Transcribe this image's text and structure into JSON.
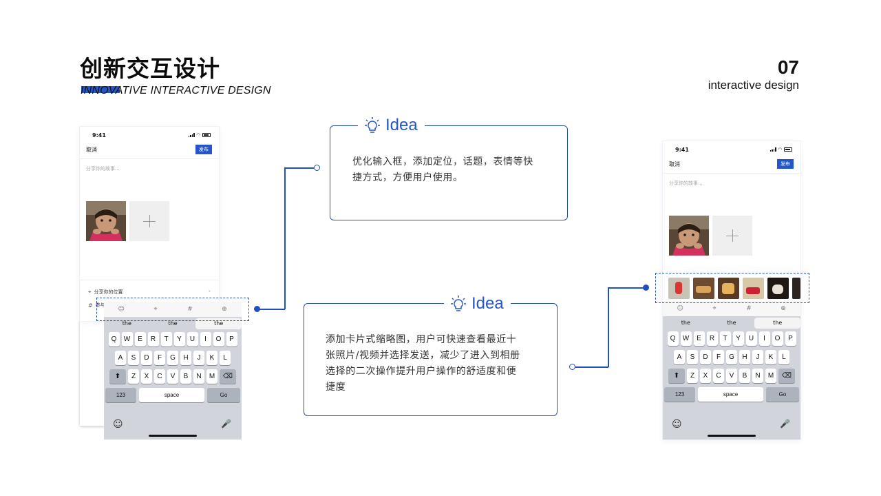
{
  "header": {
    "title": "创新交互设计",
    "subtitle": "INNOVATIVE INTERACTIVE DESIGN",
    "page_number": "07",
    "page_label": "interactive design"
  },
  "phone_left": {
    "time": "9:41",
    "cancel": "取消",
    "publish": "发布",
    "placeholder": "分享你的故事...",
    "location_row": "分享你的位置",
    "topic_row": "参与话题",
    "toolbar_icons": [
      "emoji-icon",
      "location-pin-icon",
      "hashtag-icon",
      "add-circle-icon"
    ],
    "suggestions": [
      "the",
      "the",
      "the"
    ],
    "keys_row1": [
      "Q",
      "W",
      "E",
      "R",
      "T",
      "Y",
      "U",
      "I",
      "O",
      "P"
    ],
    "keys_row2": [
      "A",
      "S",
      "D",
      "F",
      "G",
      "H",
      "J",
      "K",
      "L"
    ],
    "keys_row3": [
      "Z",
      "X",
      "C",
      "V",
      "B",
      "N",
      "M"
    ],
    "key_123": "123",
    "key_space": "space",
    "key_go": "Go"
  },
  "phone_right": {
    "time": "9:41",
    "cancel": "取消",
    "publish": "发布",
    "placeholder": "分享你的故事...",
    "suggestions": [
      "the",
      "the",
      "the"
    ],
    "keys_row1": [
      "Q",
      "W",
      "E",
      "R",
      "T",
      "Y",
      "U",
      "I",
      "O",
      "P"
    ],
    "keys_row2": [
      "A",
      "S",
      "D",
      "F",
      "G",
      "H",
      "J",
      "K",
      "L"
    ],
    "keys_row3": [
      "Z",
      "X",
      "C",
      "V",
      "B",
      "N",
      "M"
    ],
    "key_123": "123",
    "key_space": "space",
    "key_go": "Go"
  },
  "card_top": {
    "heading": "Idea",
    "text_line1": "优化输入框，添加定位，话题，表情等快",
    "text_line2": "捷方式，方便用户使用。"
  },
  "card_bottom": {
    "heading": "Idea",
    "text_line1": "添加卡片式缩略图，用户可快速查看最近十",
    "text_line2": "张照片/视频并选择发送，减少了进入到相册",
    "text_line3": "选择的二次操作提升用户操作的舒适度和便",
    "text_line4": "捷度"
  },
  "colors": {
    "accent": "#2456c9",
    "connector": "#1f4fc0",
    "card_border": "#2a4fa8"
  }
}
